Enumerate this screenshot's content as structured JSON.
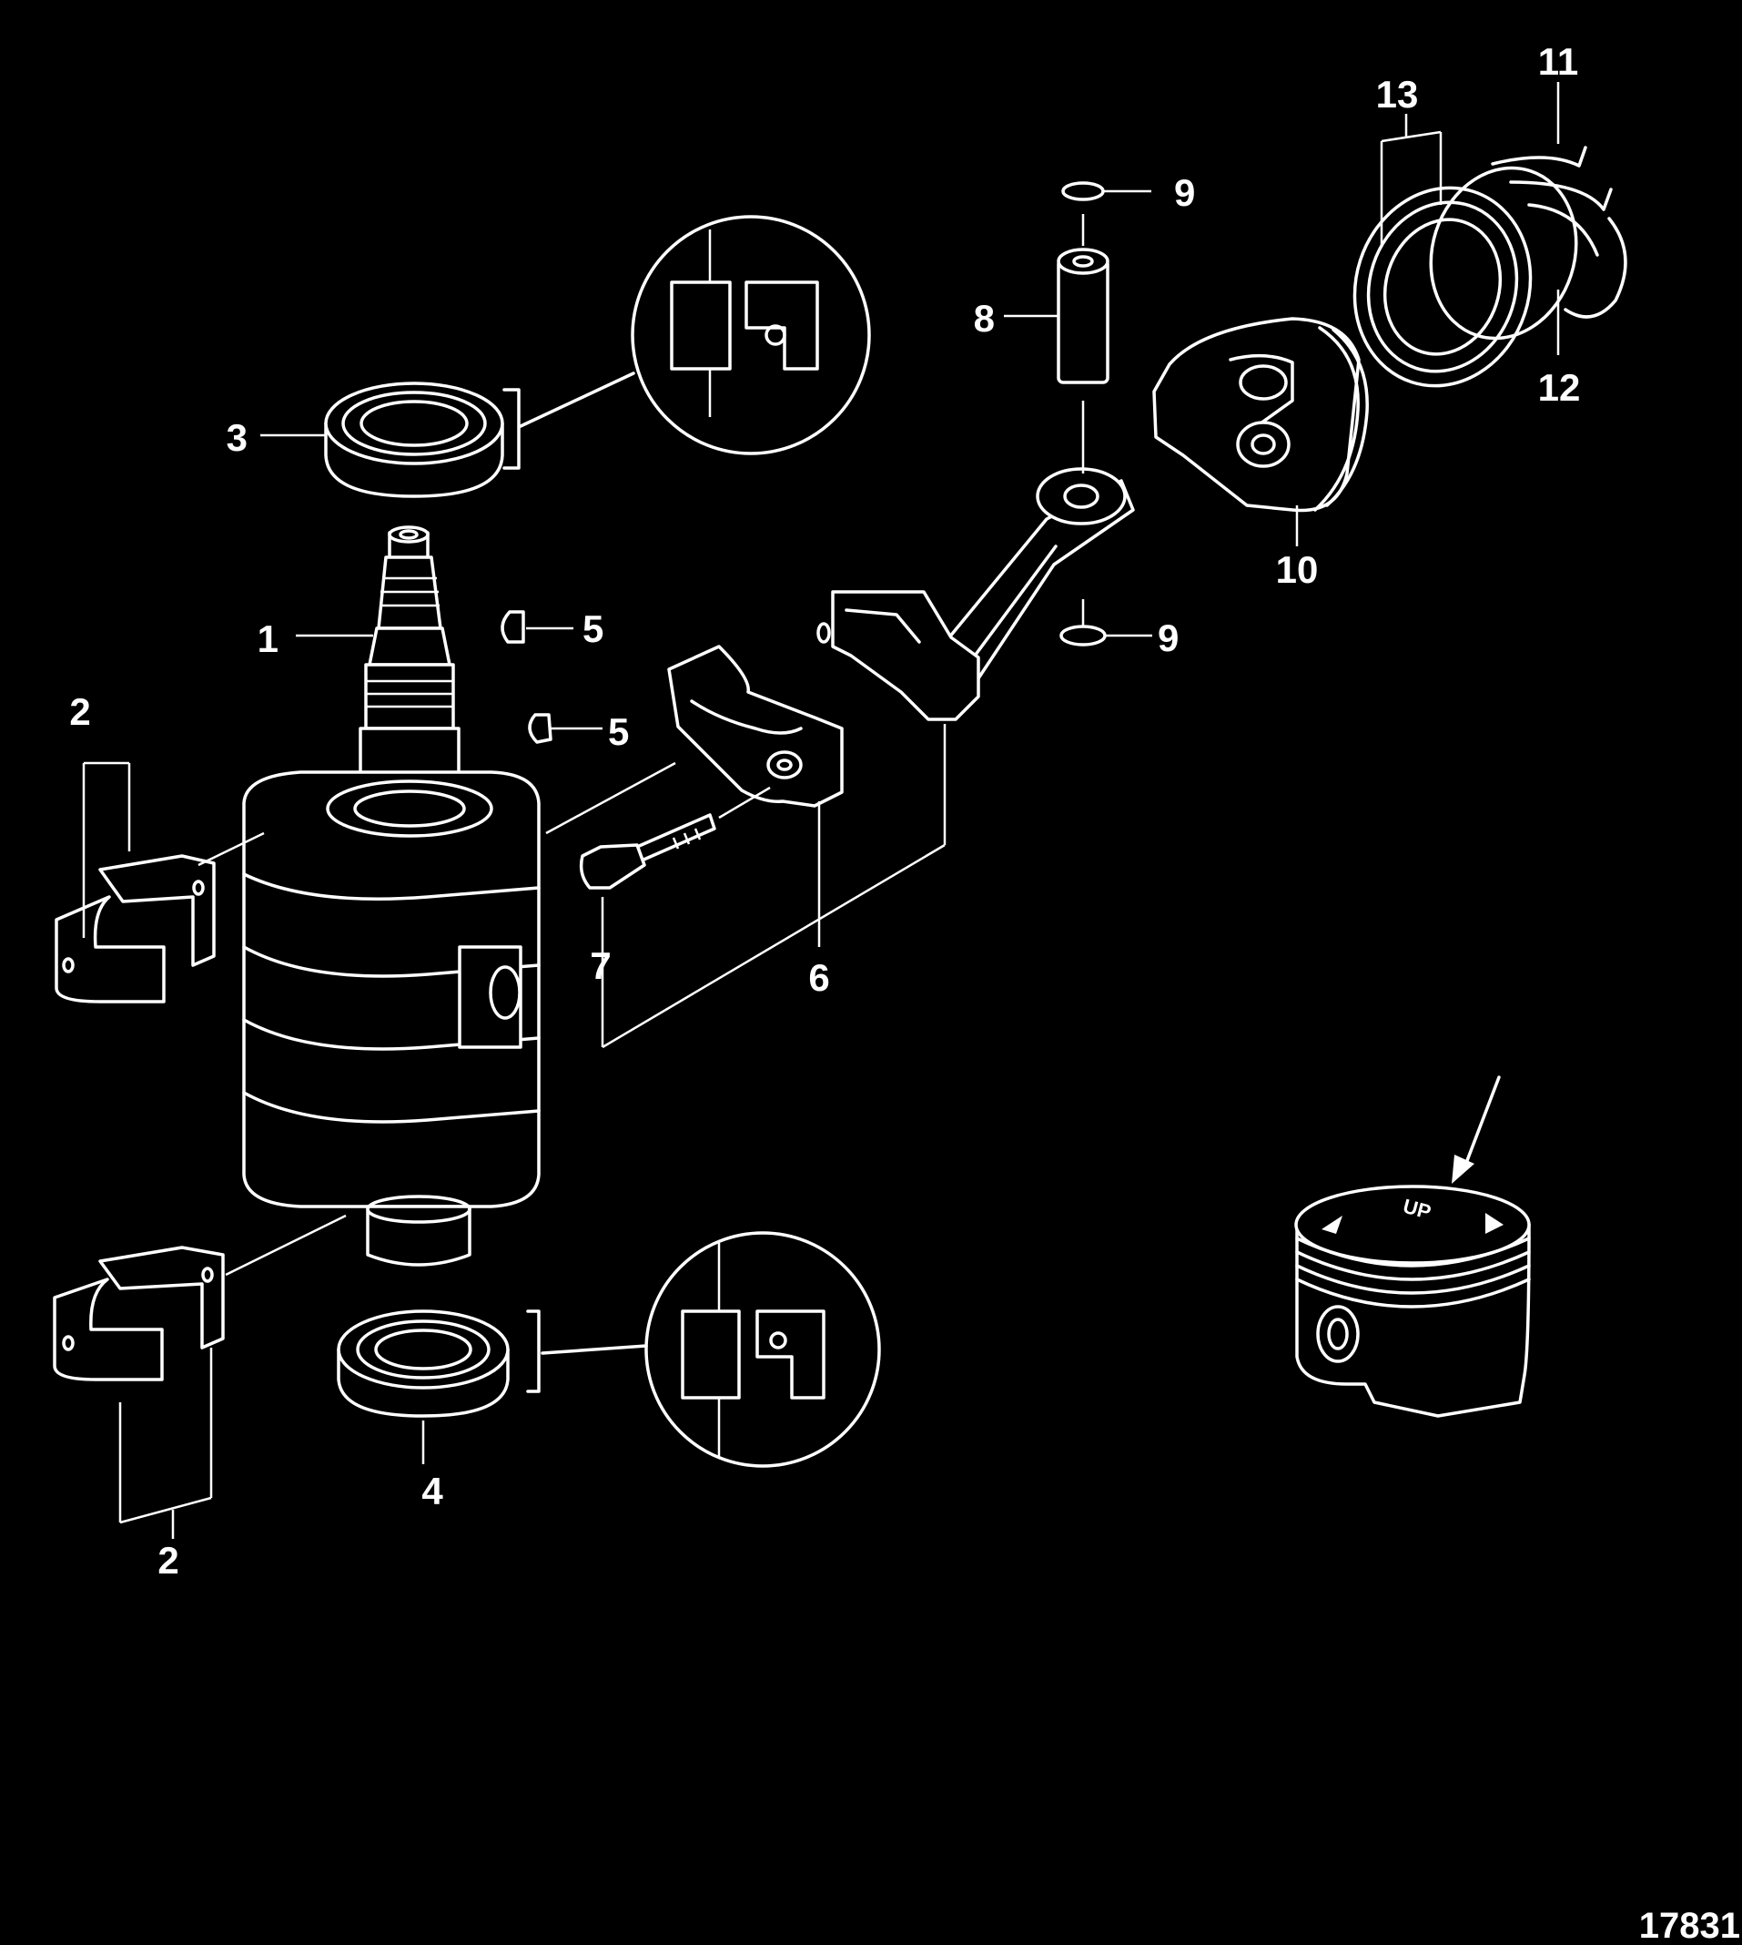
{
  "diagram": {
    "figure_number": "17831",
    "top_view_marking": "UP",
    "callouts": [
      {
        "id": "c1",
        "label": "1"
      },
      {
        "id": "c2a",
        "label": "2"
      },
      {
        "id": "c2b",
        "label": "2"
      },
      {
        "id": "c3",
        "label": "3"
      },
      {
        "id": "c4",
        "label": "4"
      },
      {
        "id": "c5a",
        "label": "5"
      },
      {
        "id": "c5b",
        "label": "5"
      },
      {
        "id": "c6",
        "label": "6"
      },
      {
        "id": "c7",
        "label": "7"
      },
      {
        "id": "c8",
        "label": "8"
      },
      {
        "id": "c9a",
        "label": "9"
      },
      {
        "id": "c9b",
        "label": "9"
      },
      {
        "id": "c10",
        "label": "10"
      },
      {
        "id": "c11",
        "label": "11"
      },
      {
        "id": "c12",
        "label": "12"
      },
      {
        "id": "c13",
        "label": "13"
      }
    ]
  }
}
